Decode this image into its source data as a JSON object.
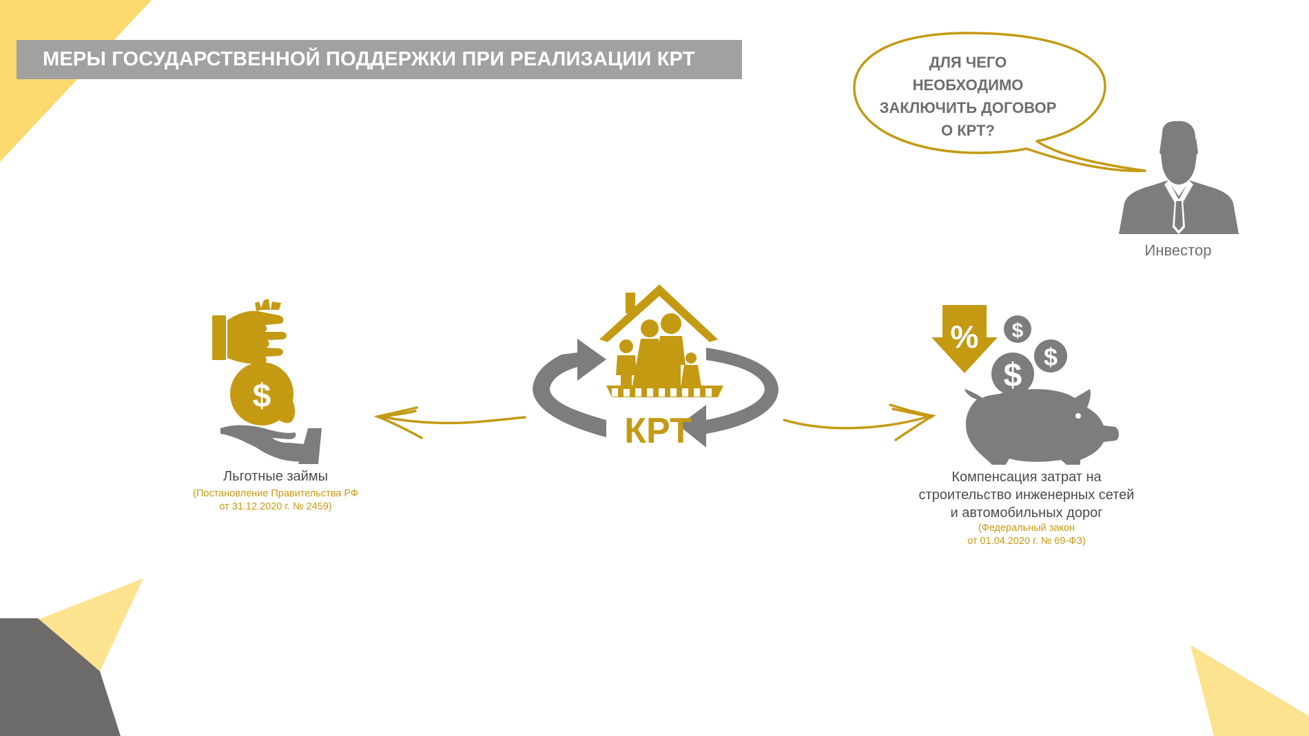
{
  "header": {
    "title": "МЕРЫ ГОСУДАРСТВЕННОЙ ПОДДЕРЖКИ ПРИ РЕАЛИЗАЦИИ КРТ"
  },
  "speech_bubble": {
    "lines": [
      "ДЛЯ ЧЕГО",
      "НЕОБХОДИМО",
      "ЗАКЛЮЧИТЬ ДОГОВОР",
      "О КРТ?"
    ]
  },
  "investor": {
    "label": "Инвестор",
    "icon": "businessman-silhouette-icon"
  },
  "center": {
    "label": "КРТ",
    "icon": "family-house-cycle-icon"
  },
  "left_measure": {
    "title": "Льготные займы",
    "source_lines": [
      "(Постановление Правительства РФ",
      "от 31.12.2020 г. № 2459)"
    ],
    "icon": "money-bag-hand-icon"
  },
  "right_measure": {
    "title_lines": [
      "Компенсация затрат на",
      "строительство инженерных сетей",
      "и автомобильных дорог"
    ],
    "source_lines": [
      "(Федеральный закон",
      "от 01.04.2020 г. № 69-ФЗ)"
    ],
    "icon": "piggy-bank-percent-icon"
  },
  "colors": {
    "accent_gold": "#c59a13",
    "pale_yellow": "#fde08a",
    "yellow": "#fdd96e",
    "gray_icon": "#7d7d7d",
    "title_bar": "#a2a1a2",
    "dark_gray": "#6d6a6a"
  }
}
